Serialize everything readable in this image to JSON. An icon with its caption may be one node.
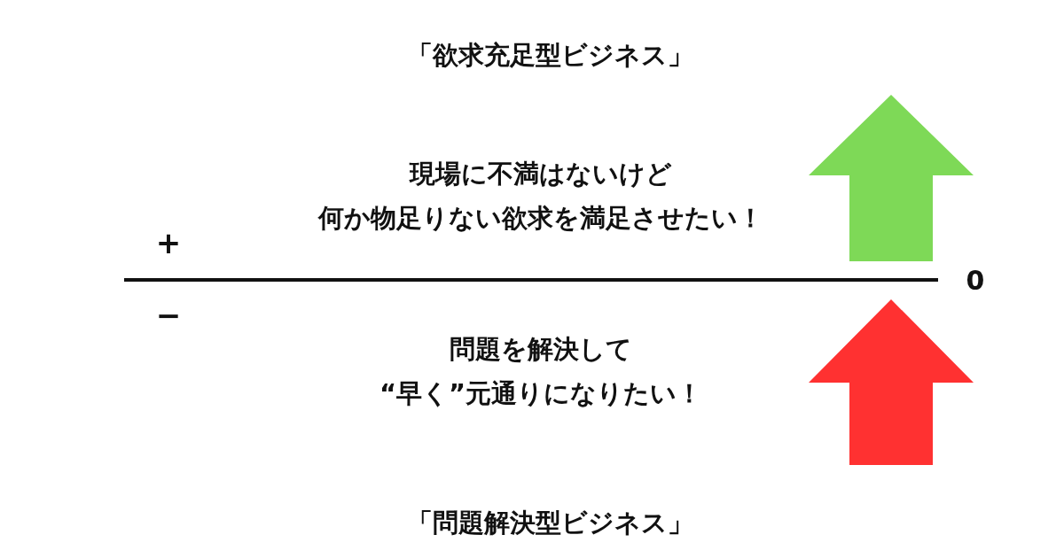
{
  "diagram": {
    "title": "「欲求充足型ビジネス」",
    "caption": "「問題解決型ビジネス」",
    "labels": [
      "現場に不満はないけど",
      "何か物足りない欲求を満足させたい！",
      "+",
      "−",
      "0",
      "問題を解決して",
      "“早く”元通りになりたい！"
    ]
  }
}
